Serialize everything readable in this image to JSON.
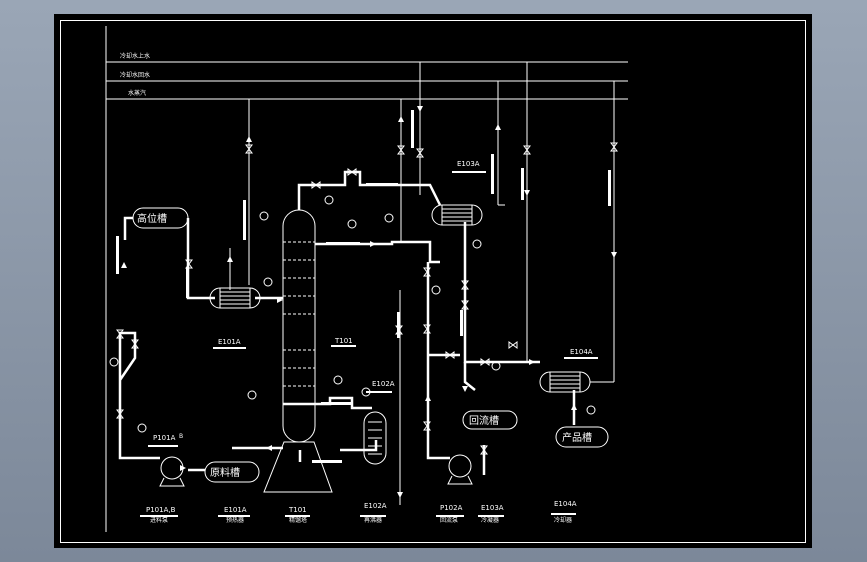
{
  "utility_lines": {
    "supply": "冷却水上水",
    "return": "冷却水回水",
    "steam": "水蒸汽"
  },
  "vessels": {
    "head_tank": "高位槽",
    "feed_tank": "原料槽",
    "reflux_tank": "回流槽",
    "product_tank": "产品槽"
  },
  "tags": {
    "e101a": "E101A",
    "t101": "T101",
    "e102a": "E102A",
    "e103a": "E103A",
    "e104a": "E104A",
    "p101a": "P101A",
    "p101a_suffix": "B"
  },
  "title_block": [
    {
      "tag": "P101A,B",
      "desc": "进料泵"
    },
    {
      "tag": "E101A",
      "desc": "预热器"
    },
    {
      "tag": "T101",
      "desc": "精馏塔"
    },
    {
      "tag": "E102A",
      "desc": "再沸器"
    },
    {
      "tag": "P102A",
      "desc": "回流泵"
    },
    {
      "tag": "E103A",
      "desc": "冷凝器"
    },
    {
      "tag": "E104A",
      "desc": "冷却器"
    }
  ],
  "colors": {
    "background": "#000000",
    "line": "#ffffff",
    "desktop": "#8d9aab"
  }
}
